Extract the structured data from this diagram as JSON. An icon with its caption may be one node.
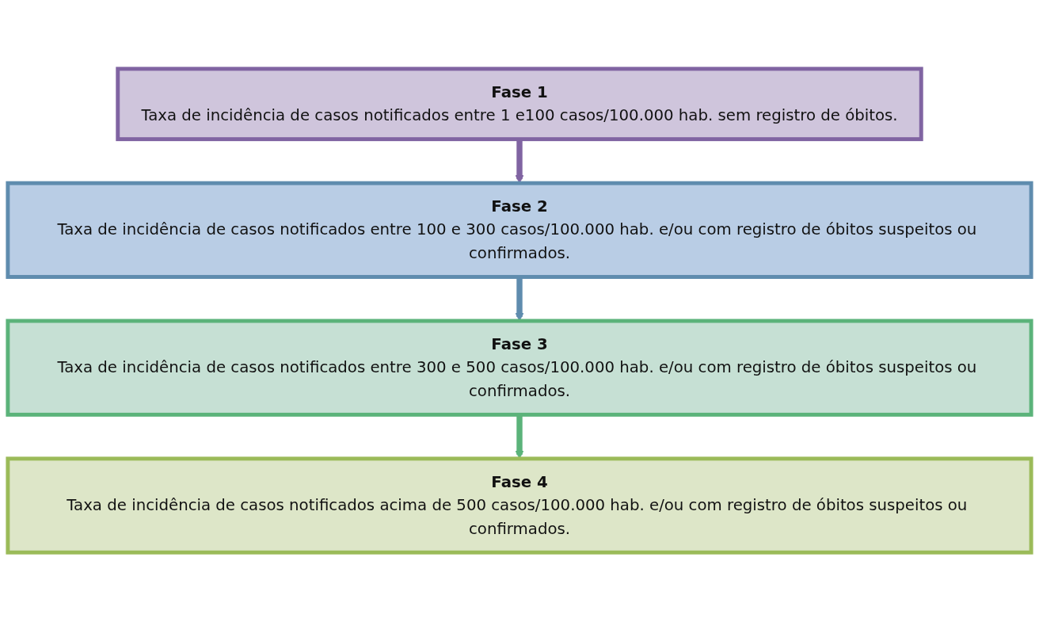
{
  "diagram": {
    "nodes": [
      {
        "text": [
          "Fase 1",
          "Taxa de incidência de casos notificados entre 1 e100 casos/100.000 hab. sem registro de óbitos."
        ]
      },
      {
        "text": [
          "Fase 2",
          "Taxa de incidência de casos notificados entre 100 e 300 casos/100.000 hab. e/ou com registro de óbitos suspeitos ou confirmados."
        ]
      },
      {
        "text": [
          "Fase 3",
          "Taxa de incidência de casos notificados entre 300 e 500 casos/100.000 hab. e/ou com registro de óbitos suspeitos ou confirmados."
        ]
      },
      {
        "text": [
          "Fase 4",
          "Taxa de incidência de casos notificados acima de 500 casos/100.000 hab. e/ou com registro de óbitos suspeitos ou confirmados."
        ]
      }
    ],
    "edges": [
      {
        "from": 0,
        "to": 1,
        "arrow": "to",
        "color": "#8064a2"
      },
      {
        "from": 1,
        "to": 2,
        "arrow": "to",
        "color": "#5f8cae"
      },
      {
        "from": 2,
        "to": 3,
        "arrow": "to",
        "color": "#5bb37a"
      }
    ]
  }
}
